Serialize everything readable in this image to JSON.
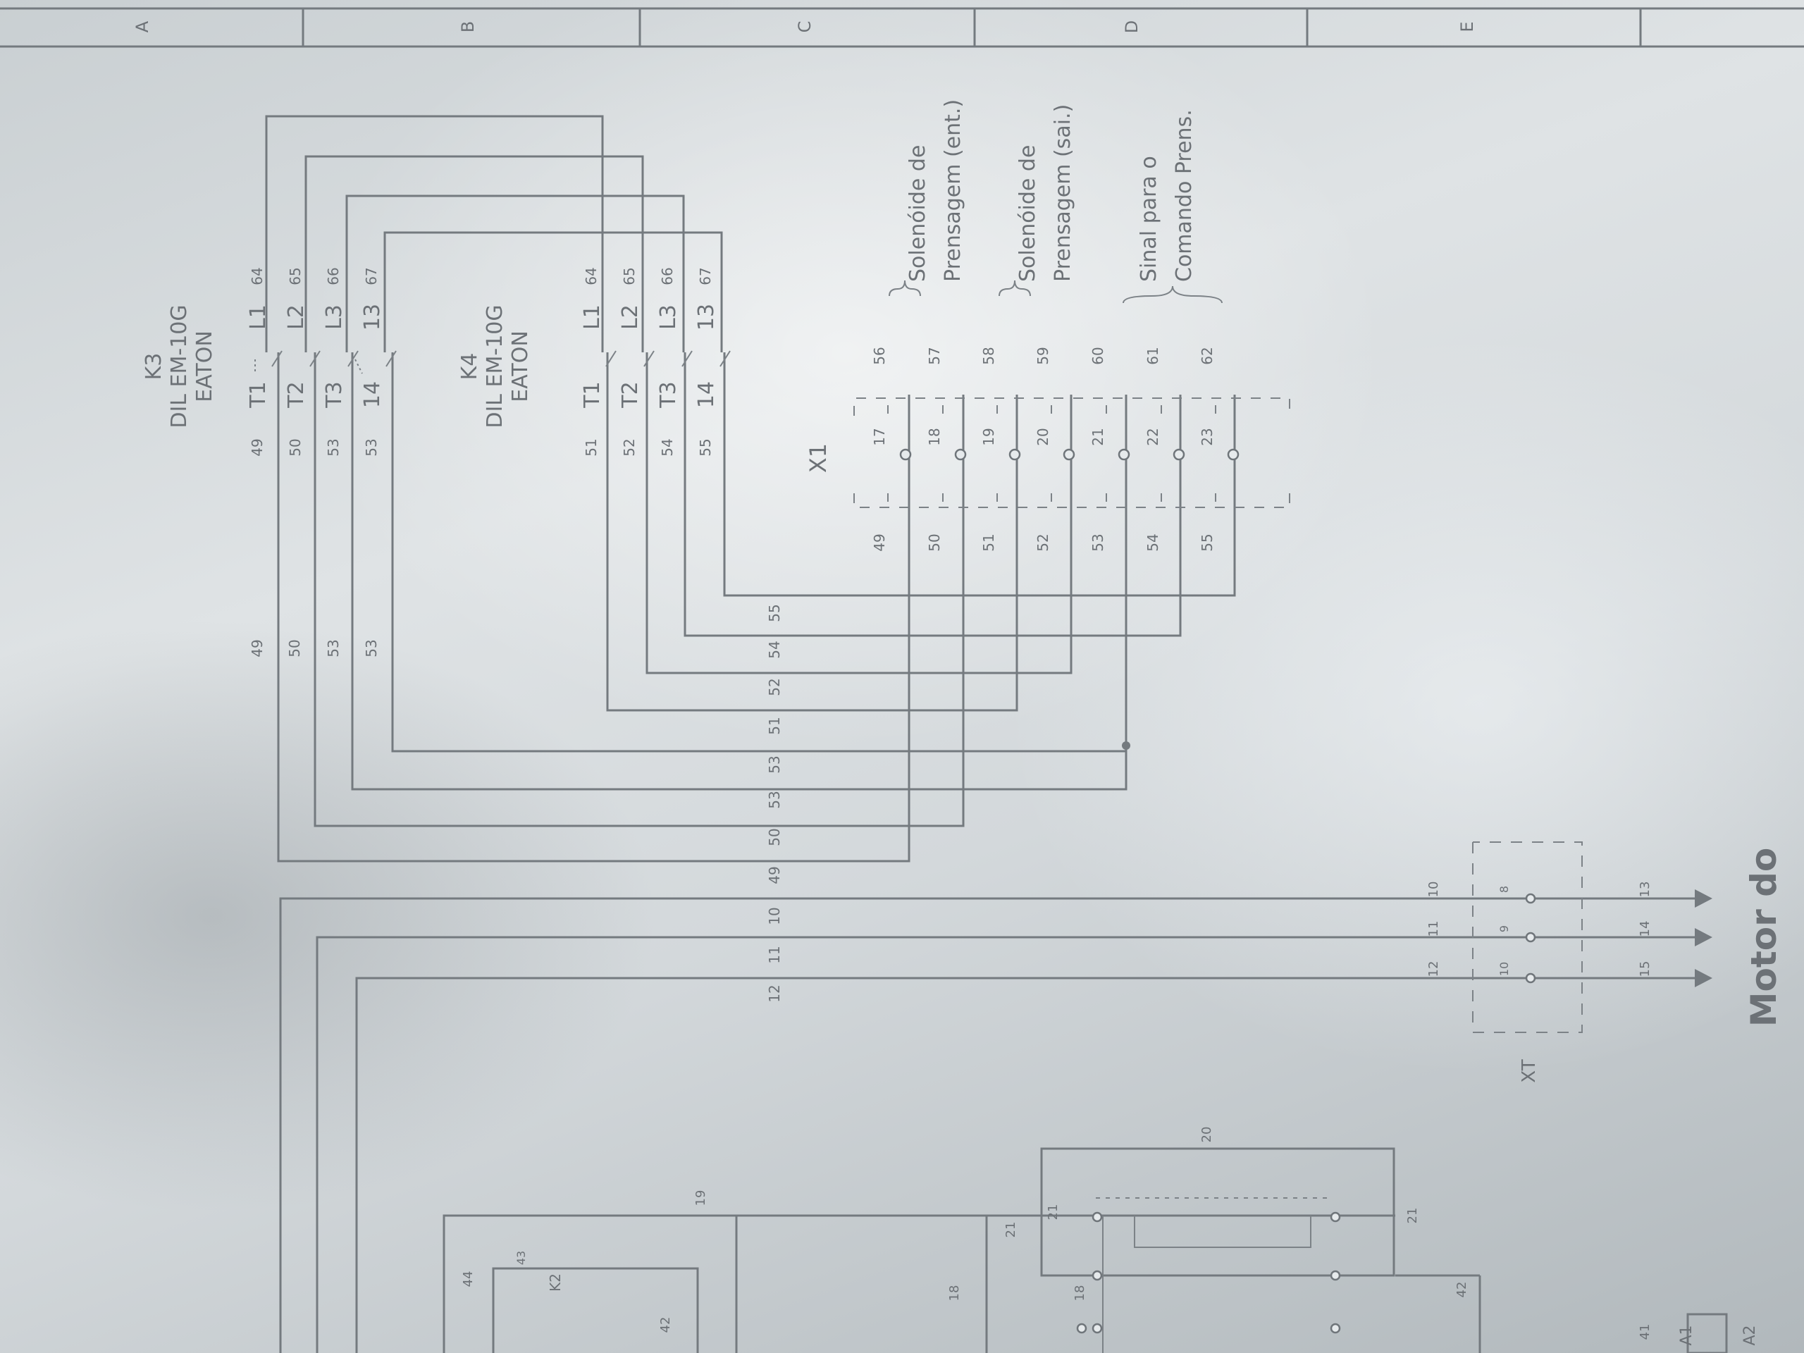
{
  "border_zones": [
    "A",
    "B",
    "C",
    "D",
    "E"
  ],
  "k3": {
    "name": "K3",
    "model": "DIL EM-10G",
    "brand": "EATON",
    "contacts": [
      {
        "tb": "T1",
        "ta": "L1",
        "wb": "49",
        "wa": "64"
      },
      {
        "tb": "T2",
        "ta": "L2",
        "wb": "50",
        "wa": "65"
      },
      {
        "tb": "T3",
        "ta": "L3",
        "wb": "53",
        "wa": "66"
      },
      {
        "tb": "14",
        "ta": "13",
        "wb": "53",
        "wa": "67"
      }
    ]
  },
  "k4": {
    "name": "K4",
    "model": "DIL EM-10G",
    "brand": "EATON",
    "contacts": [
      {
        "tb": "T1",
        "ta": "L1",
        "wb": "51",
        "wa": "64"
      },
      {
        "tb": "T2",
        "ta": "L2",
        "wb": "52",
        "wa": "65"
      },
      {
        "tb": "T3",
        "ta": "L3",
        "wb": "54",
        "wa": "66"
      },
      {
        "tb": "14",
        "ta": "13",
        "wb": "55",
        "wa": "67"
      }
    ]
  },
  "vertical_wire_labels": [
    "49",
    "50",
    "53",
    "53"
  ],
  "x1": {
    "name": "X1",
    "rows": [
      {
        "left": "49",
        "mid": "17",
        "right": "56"
      },
      {
        "left": "50",
        "mid": "18",
        "right": "57"
      },
      {
        "left": "51",
        "mid": "19",
        "right": "58"
      },
      {
        "left": "52",
        "mid": "20",
        "right": "59"
      },
      {
        "left": "53",
        "mid": "21",
        "right": "60"
      },
      {
        "left": "54",
        "mid": "22",
        "right": "61"
      },
      {
        "left": "55",
        "mid": "23",
        "right": "62"
      }
    ]
  },
  "loads": [
    {
      "line1": "Solenóide de",
      "line2": "Prensagem (ent.)"
    },
    {
      "line1": "Solenóide de",
      "line2": "Prensagem (sai.)"
    },
    {
      "line1": "Sinal para o",
      "line2": "Comando Prens."
    }
  ],
  "bus_labels": [
    "55",
    "54",
    "52",
    "51",
    "53",
    "53",
    "50",
    "49",
    "10",
    "11",
    "12"
  ],
  "xt": {
    "name": "XT",
    "top": [
      "10",
      "11",
      "12"
    ],
    "mid": [
      "8",
      "9",
      "10"
    ],
    "bottom": [
      "13",
      "14",
      "15"
    ]
  },
  "motor_label": "Motor do",
  "lower_block": {
    "numbers": [
      "19",
      "21",
      "20",
      "21",
      "42",
      "41",
      "42",
      "43",
      "44",
      "18",
      "18",
      "21",
      "A1",
      "A2"
    ],
    "relay": "K2"
  }
}
